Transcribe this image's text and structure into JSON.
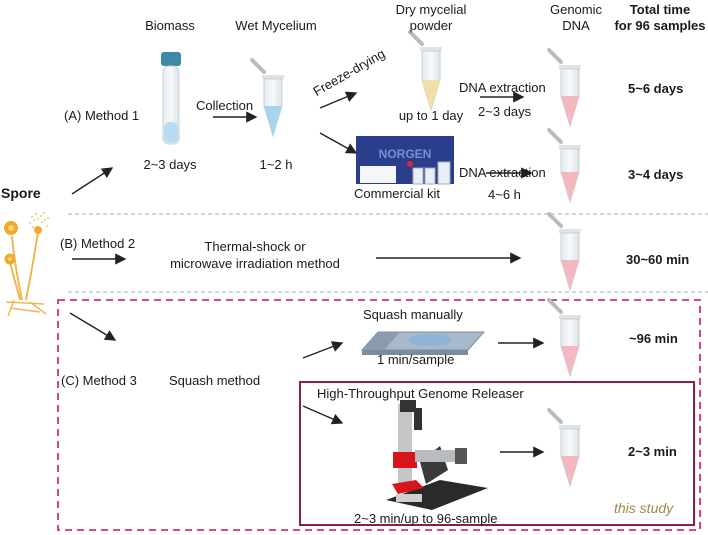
{
  "headers": {
    "biomass": "Biomass",
    "wet_mycelium": "Wet Mycelium",
    "dry_powder_line1": "Dry mycelial",
    "dry_powder_line2": "powder",
    "genomic_line1": "Genomic",
    "genomic_line2": "DNA",
    "total_line1": "Total  time",
    "total_line2": "for 96 samples"
  },
  "spore": {
    "label": "Spore"
  },
  "method1": {
    "label": "(A) Method 1",
    "biomass_time": "2~3 days",
    "collection_label": "Collection",
    "wet_time": "1~2 h",
    "freeze_label": "Freeze-drying",
    "dry_time": "up to 1 day",
    "extraction_label_a": "DNA extraction",
    "extraction_time_a": "2~3 days",
    "total_a": "5~6 days",
    "kit_label": "Commercial kit",
    "kit_brand": "NORGEN",
    "extraction_label_b": "DNA extraction",
    "extraction_time_b": "4~6 h",
    "total_b": "3~4 days"
  },
  "method2": {
    "label": "(B) Method 2",
    "desc_line1": "Thermal-shock or",
    "desc_line2": "microwave irradiation  method",
    "total": "30~60 min"
  },
  "method3": {
    "label": "(C) Method 3",
    "squash_method": "Squash method",
    "squash_manual": "Squash manually",
    "manual_rate": "1 min/sample",
    "manual_total": "~96 min",
    "device_title": "High-Throughput Genome Releaser",
    "device_rate": "2~3 min/up to 96-sample",
    "device_total": "2~3 min",
    "note": "this study"
  },
  "colors": {
    "dashed_red": "#d4336b",
    "study_box": "#8a1f4f",
    "separator": "#c8c8c8",
    "tube_pink": "#f4b8c0",
    "tube_blue": "#a9d4ee",
    "tube_yellow": "#f2dfa6",
    "spore": "#f0a830",
    "kit_blue": "#2a3e8c"
  }
}
